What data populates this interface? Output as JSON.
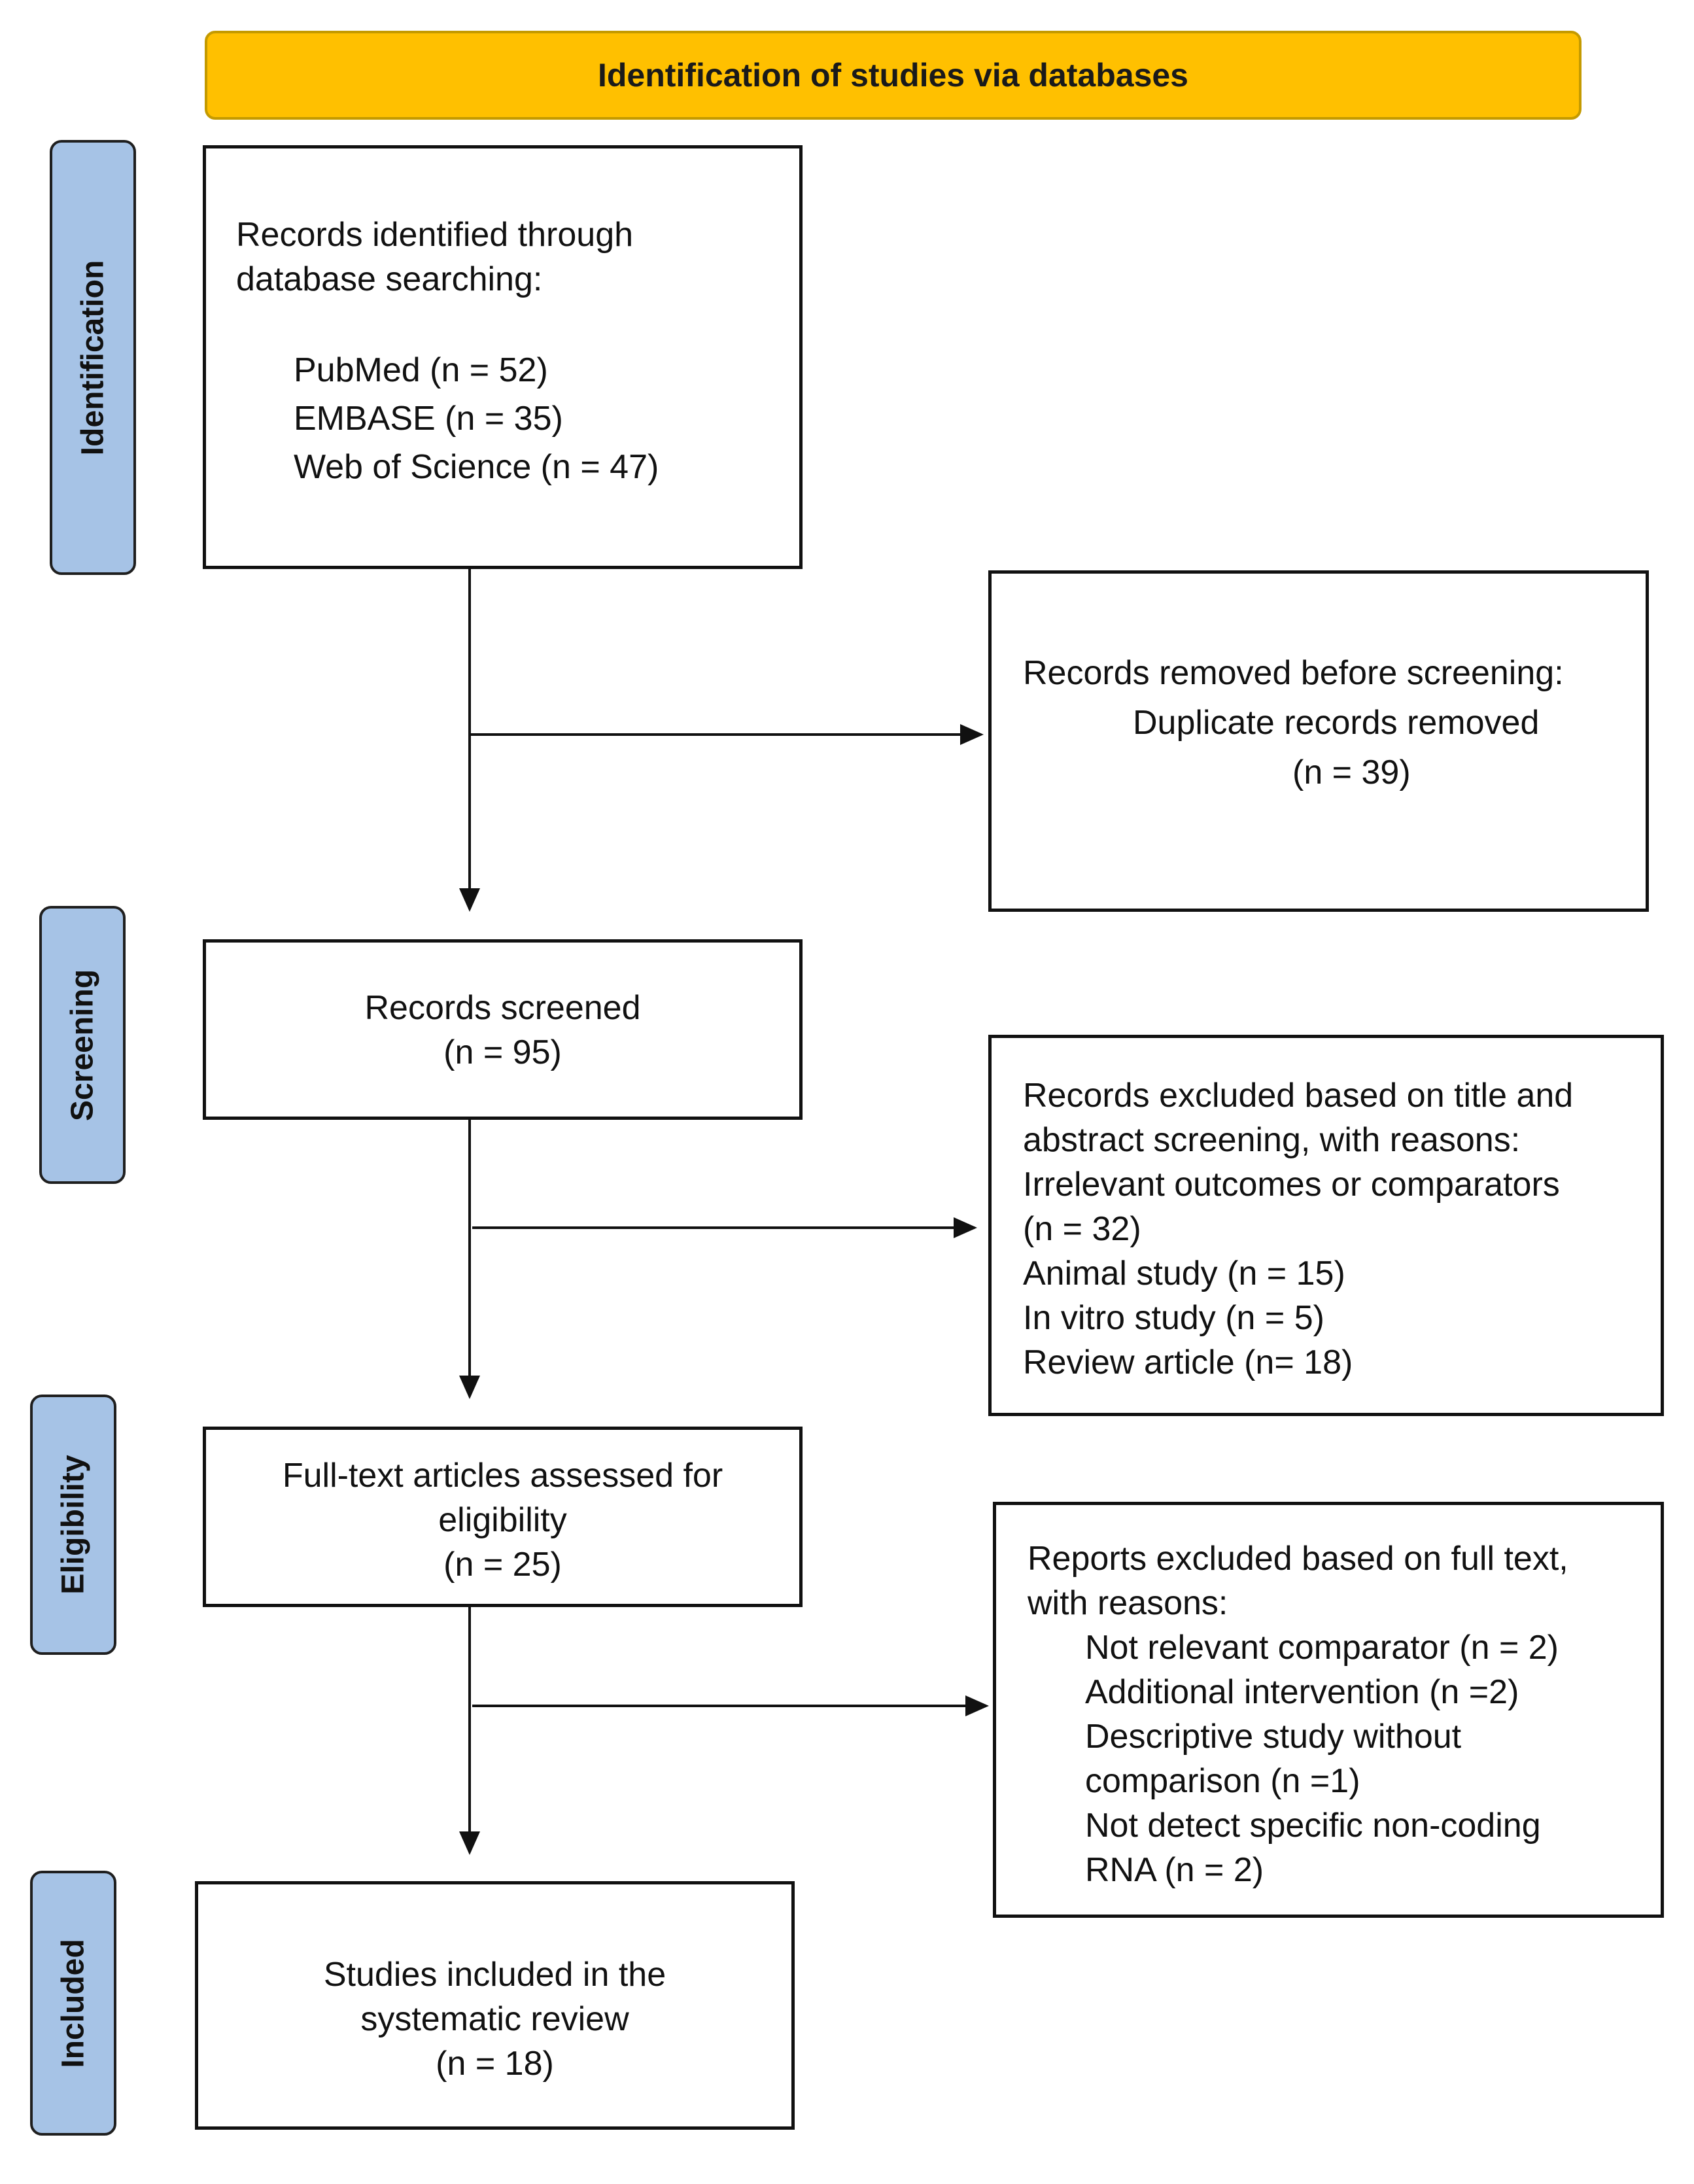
{
  "banner": {
    "title": "Identification of studies via databases"
  },
  "phases": {
    "identification": "Identification",
    "screening": "Screening",
    "eligibility": "Eligibility",
    "included": "Included"
  },
  "identified": {
    "heading_line1": "Records identified through",
    "heading_line2": "database searching:",
    "sources": [
      "PubMed (n = 52)",
      "EMBASE (n = 35)",
      "Web of Science (n = 47)"
    ]
  },
  "removed": {
    "line1": "Records removed before screening:",
    "line2": "Duplicate records removed",
    "line3": "(n = 39)"
  },
  "screened": {
    "line1": "Records screened",
    "line2": "(n = 95)"
  },
  "excluded_screening": {
    "lines": [
      "Records excluded based on title and",
      "abstract screening, with reasons:",
      "Irrelevant outcomes or comparators",
      "(n = 32)",
      "Animal study (n = 15)",
      "In vitro study (n = 5)",
      "Review article (n= 18)"
    ]
  },
  "fulltext": {
    "line1": "Full-text articles assessed for",
    "line2": "eligibility",
    "line3": "(n = 25)"
  },
  "excluded_fulltext": {
    "heading_line1": "Reports excluded based on full text,",
    "heading_line2": "with reasons:",
    "reasons": [
      "Not relevant comparator (n = 2)",
      "Additional intervention (n =2)",
      "Descriptive study without",
      "comparison (n =1)",
      "Not detect specific non-coding",
      "RNA (n = 2)"
    ]
  },
  "included": {
    "line1": "Studies included in the",
    "line2": "systematic review",
    "line3": "(n = 18)"
  }
}
